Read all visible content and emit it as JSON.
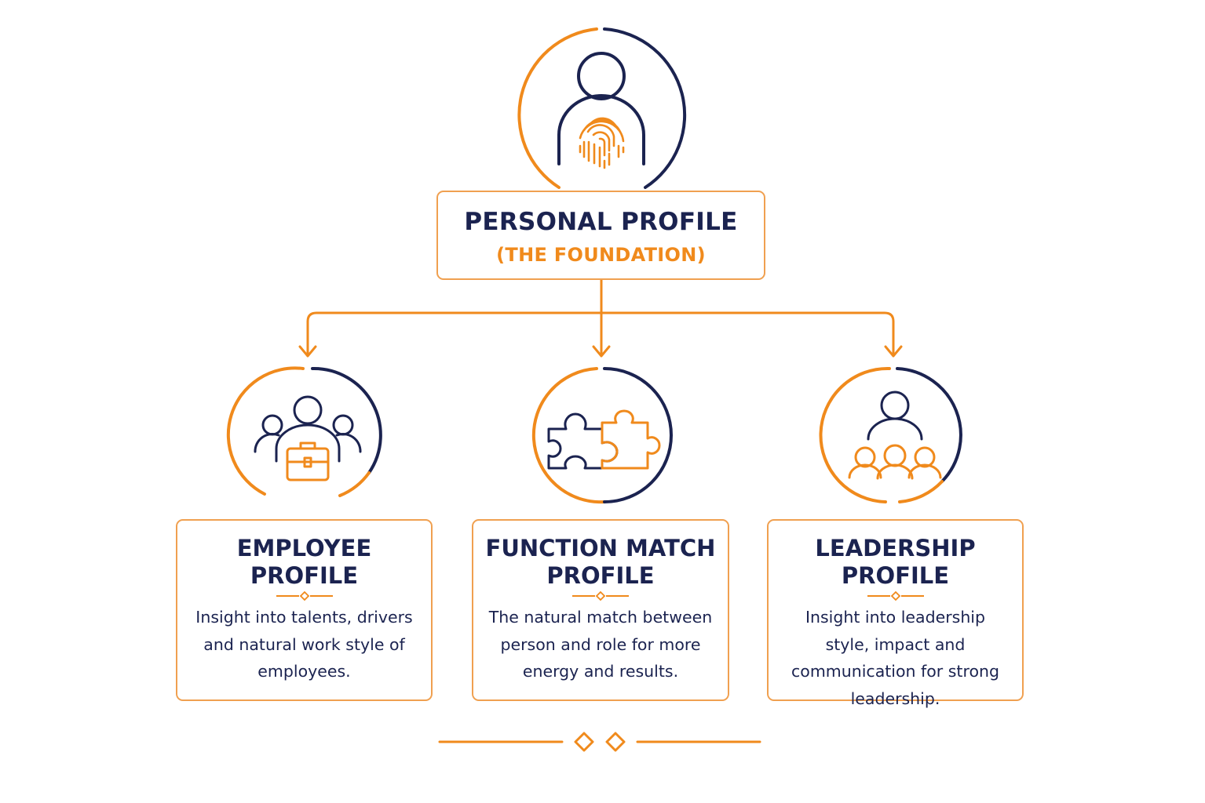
{
  "colors": {
    "navy": "#1b2350",
    "orange": "#f08a1c",
    "box_border": "#f0a050"
  },
  "root": {
    "title": "PERSONAL PROFILE",
    "subtitle": "(THE FOUNDATION)",
    "icon": "person-fingerprint-icon"
  },
  "cards": [
    {
      "title_lines": [
        "EMPLOYEE",
        "PROFILE"
      ],
      "description": "Insight into talents, drivers and natural work style of employees.",
      "icon": "team-briefcase-icon"
    },
    {
      "title_lines": [
        "FUNCTION MATCH",
        "PROFILE"
      ],
      "description": "The natural match between person and role for more energy and results.",
      "icon": "puzzle-pieces-icon"
    },
    {
      "title_lines": [
        "LEADERSHIP",
        "PROFILE"
      ],
      "description": "Insight into leadership style, impact and communication for strong leadership.",
      "icon": "leader-group-icon"
    }
  ],
  "footer": {
    "icon": "double-diamond-divider-icon"
  }
}
